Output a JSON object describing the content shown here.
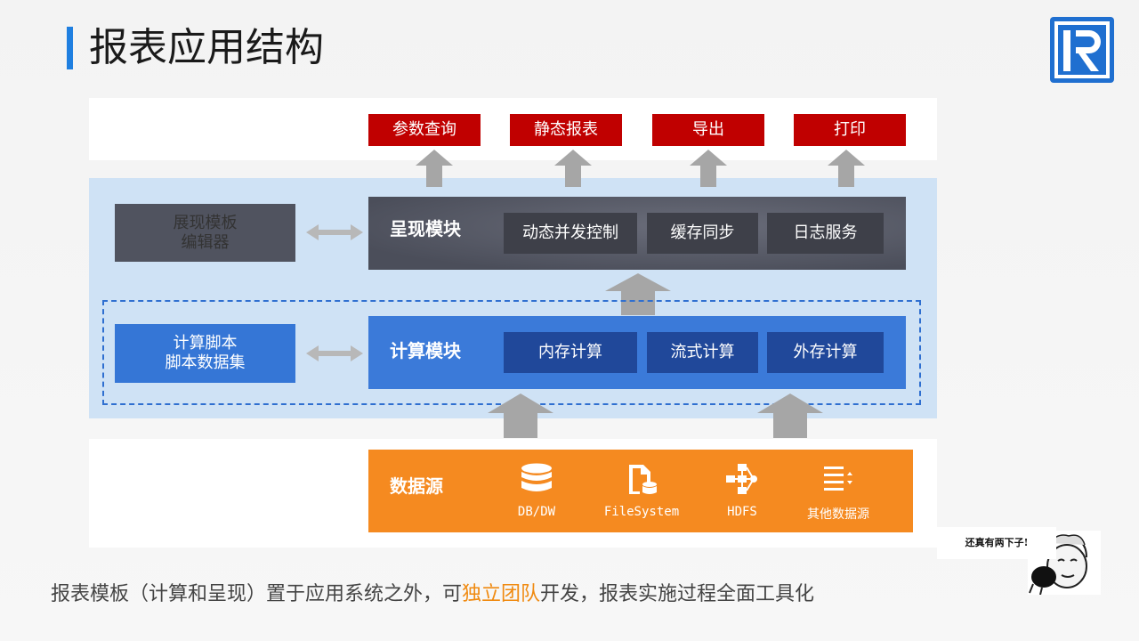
{
  "title": "报表应用结构",
  "outputs": [
    "参数查询",
    "静态报表",
    "导出",
    "打印"
  ],
  "render": {
    "editor_line1": "展现模板",
    "editor_line2": "编辑器",
    "label": "呈现模块",
    "subs": [
      "动态并发控制",
      "缓存同步",
      "日志服务"
    ]
  },
  "compute": {
    "script_line1": "计算脚本",
    "script_line2": "脚本数据集",
    "label": "计算模块",
    "subs": [
      "内存计算",
      "流式计算",
      "外存计算"
    ]
  },
  "datasource": {
    "label": "数据源",
    "items": [
      {
        "label": "DB/DW",
        "icon": "database-icon"
      },
      {
        "label": "FileSystem",
        "icon": "file-database-icon"
      },
      {
        "label": "HDFS",
        "icon": "hdfs-network-icon"
      },
      {
        "label": "其他数据源",
        "icon": "list-icon"
      }
    ]
  },
  "caption": {
    "before": "报表模板（计算和呈现）置于应用系统之外，可",
    "highlight": "独立团队",
    "after": "开发，报表实施过程全面工具化"
  },
  "meme_text": "还真有两下子!",
  "colors": {
    "accent_blue": "#1f7fe0",
    "output_red": "#c00000",
    "compute_blue": "#3b7ad9",
    "datasource_orange": "#f58a20",
    "highlight_orange": "#f08a10"
  }
}
